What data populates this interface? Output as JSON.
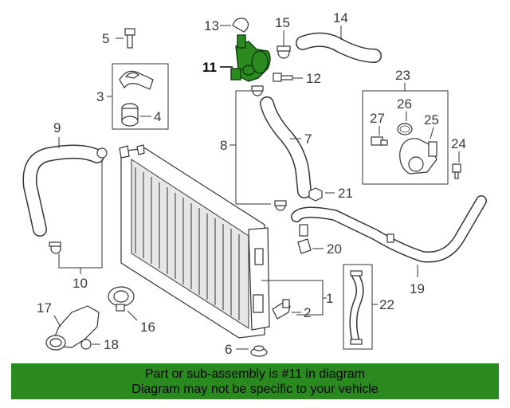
{
  "labels": {
    "p1": "1",
    "p2": "2",
    "p3": "3",
    "p4": "4",
    "p5": "5",
    "p6": "6",
    "p7": "7",
    "p8": "8",
    "p9": "9",
    "p10": "10",
    "p11": "11",
    "p12": "12",
    "p13": "13",
    "p14": "14",
    "p15": "15",
    "p16": "16",
    "p17": "17",
    "p18": "18",
    "p19": "19",
    "p20": "20",
    "p21": "21",
    "p22": "22",
    "p23": "23",
    "p24": "24",
    "p25": "25",
    "p26": "26",
    "p27": "27"
  },
  "highlighted_part": "11",
  "colors": {
    "highlight": "#2b8a1f",
    "banner": "#2b8a1f"
  },
  "banner": {
    "line1": "Part or sub-assembly is #11 in diagram",
    "line2": "Diagram may not be specific to your vehicle"
  }
}
